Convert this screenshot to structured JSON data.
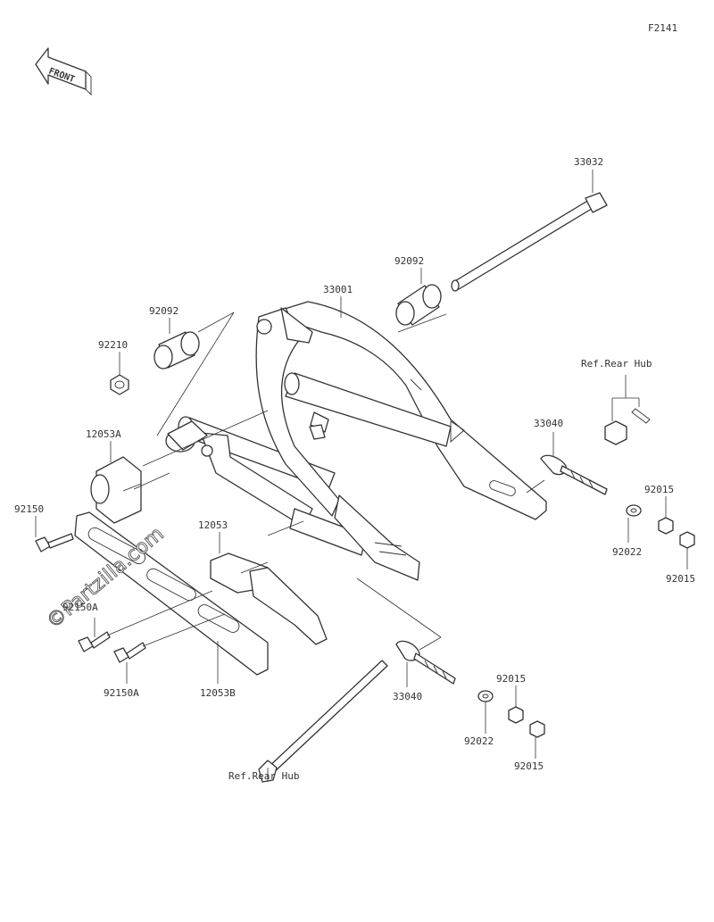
{
  "figure_code": "F2141",
  "front_label": "FRONT",
  "watermark": "©Partzilla.com",
  "colors": {
    "line": "#333333",
    "background": "#ffffff"
  },
  "labels": {
    "p33032": "33032",
    "p92092_right": "92092",
    "p33001": "33001",
    "p92092_left": "92092",
    "p92210": "92210",
    "ref_rear_hub_top": "Ref.Rear Hub",
    "p33040_top": "33040",
    "p92015_a": "92015",
    "p92022_top": "92022",
    "p92015_b": "92015",
    "p12053A": "12053A",
    "p92150": "92150",
    "p12053": "12053",
    "p92150A_a": "92150A",
    "p92150A_b": "92150A",
    "p12053B": "12053B",
    "p33040_bottom": "33040",
    "p92015_c": "92015",
    "p92022_bottom": "92022",
    "p92015_d": "92015",
    "ref_rear_hub_bottom": "Ref.Rear Hub"
  }
}
